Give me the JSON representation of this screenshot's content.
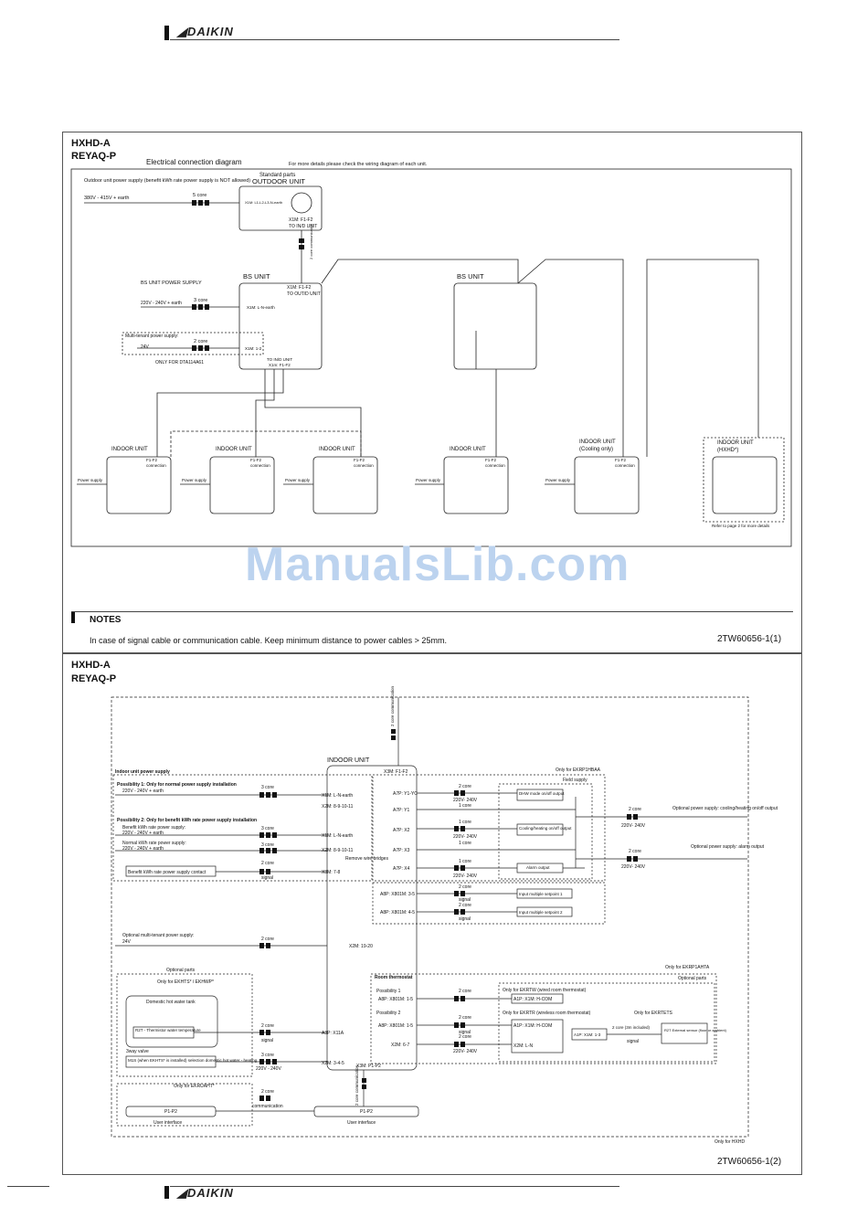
{
  "brand": "DAIKIN",
  "watermark": "ManualsLib.com",
  "panel1": {
    "model_line1": "HXHD-A",
    "model_line2": "REYAQ-P",
    "diagram_title": "Electrical connection diagram",
    "details_note": "For more details please check the wiring diagram of each unit.",
    "outdoor_supply_label": "Outdoor unit power supply (benefit kWh rate power supply is NOT allowed)",
    "outdoor_voltage": "380V - 415V + earth",
    "five_core": "5 core",
    "standard_parts": "Standard parts",
    "outdoor_unit": "OUTDOOR UNIT",
    "x1m_l1": "X1M: L1-L2-L3-N-earth",
    "x1m_f1f2": "X1M: F1-F2",
    "to_indunit": "TO IN/D UNIT",
    "two_core_comm": "2 core communication",
    "bs_supply": "BS UNIT POWER SUPPLY",
    "bs_voltage": "220V - 240V + earth",
    "three_core": "3 core",
    "bs_unit": "BS UNIT",
    "x1m_f1f2_out": "X1M: F1-F2",
    "to_outd": "TO OUT/D UNIT",
    "x1m_ln": "X1M: L-N-earth",
    "multi_tenant": "Multi-tenant power supply:",
    "two_core": "2 core",
    "v24": "24V",
    "x1m_12": "X1M: 1-2",
    "only_for_dta": "ONLY FOR DTA114A61",
    "to_ind_unit": "TO IN/D UNIT",
    "x1m_f1f2_b": "X1m: F1-F2",
    "indoor_unit": "INDOOR UNIT",
    "indoor_cool": "INDOOR UNIT",
    "cooling_only": "(Cooling only)",
    "indoor_hxhd": "INDOOR UNIT",
    "hxhd_tag": "(HXHD*)",
    "f1f2": "F1-F2",
    "connection": "connection",
    "power_supply": "Power supply",
    "refer_page2": "Refer to page 2 for more details"
  },
  "notes": {
    "heading": "NOTES",
    "text": "In case of signal cable or communication cable. Keep minimum distance to power cables > 25mm.",
    "code1": "2TW60656-1(1)"
  },
  "panel2": {
    "model_line1": "HXHD-A",
    "model_line2": "REYAQ-P",
    "two_core_comm": "2 core communication",
    "indoor_unit": "INDOOR UNIT",
    "x3m_f1f2": "X3M: F1-F2",
    "indoor_power": "Indoor unit power supply",
    "possibility1": "Possibility 1: Only for normal power supply installation",
    "v220_earth": "220V - 240V + earth",
    "three_core": "3 core",
    "x1m_ln": "X1M: L-N-earth",
    "x2m_891011": "X2M: 8-9-10-11",
    "possibility2": "Possibility 2: Only for benefit kWh rate power supply installation",
    "benefit_supply": "Benefit kWh rate power supply:",
    "normal_supply": "Normal kWh rate power supply:",
    "remove_bridges": "Remove wire bridges",
    "two_core": "2 core",
    "signal": "signal",
    "x3m_78": "X3M: 7-8",
    "benefit_contact": "Benefit kWh rate power supply contact",
    "only_ekrp1hbaa": "Only for EKRP1HBAA",
    "field_supply": "Field supply",
    "a7p_y1yc": "A7P: Y1-YC",
    "a7p_y1": "A7P: Y1",
    "a7p_x2": "A7P: X2",
    "a7p_x3": "A7P: X3",
    "a7p_x4": "A7P: X4",
    "v220": "220V- 240V",
    "one_core": "1 core",
    "dhw_mode": "DHW mode on/off output",
    "cooling_heating": "Cooling/heating on/off output",
    "alarm_output": "Alarm output",
    "opt_cooling": "Optional power supply: cooling/heating on/off output",
    "opt_alarm": "Optional power supply: alarm output",
    "a8p_x801m_35": "A8P: X801M: 3-5",
    "a8p_x801m_45": "A8P: X801M: 4-5",
    "setpoint1": "Input multiple setpoint 1",
    "setpoint2": "Input multiple setpoint 2",
    "only_ekrp1ahta": "Only for EKRP1AHTA",
    "opt_multi": "Optional multi-tenant power supply:",
    "v24": "24V",
    "x2m_1920": "X2M: 19-20",
    "optional_parts": "Optional parts",
    "only_ekhts": "Only for EKHTS* / EKHWP*",
    "dhw_tank": "Domestic hot water tank",
    "thermistor": "R2T - Thermistor water temperature",
    "a3p_x11a": "A3P: X11A",
    "three_way": "3way valve",
    "m1s": "M1S (when EKHTS* is installed) selection domestic hot water - heating",
    "x2m_345": "X2M: 3-4-5",
    "v220_plain": "220V - 240V",
    "room_thermostat": "Room thermostat",
    "poss1_short": "Possibility 1",
    "poss2_short": "Possibility 2",
    "a8p_x801m_15": "A8P: X801M: 1-5",
    "only_ekrtw": "Only for EKRTW (wired room thermostat)",
    "a1p_x1m_hcom": "A1P: X1M: H-COM",
    "only_ekrtr": "Only for EKRTR (wireless room thermostat)",
    "a1p_x1m_13": "A1P: X1M: 1-3",
    "x2m_ln": "X2M: L-N",
    "x2m_67": "X2M: 6-7",
    "only_ekrtets": "Only for EKRTETS",
    "three_m": "2 core (3m included)",
    "r2t_ext": "R2T External sensor (floor or ambient)",
    "only_ekruaht": "Only for EKRUAHT*",
    "p1p2": "P1-P2",
    "x3m_p1p2": "X3M: P1-P2",
    "communication": "communication",
    "user_interface": "User interface",
    "only_hxhd": "Only for HXHD",
    "code2": "2TW60656-1(2)"
  }
}
